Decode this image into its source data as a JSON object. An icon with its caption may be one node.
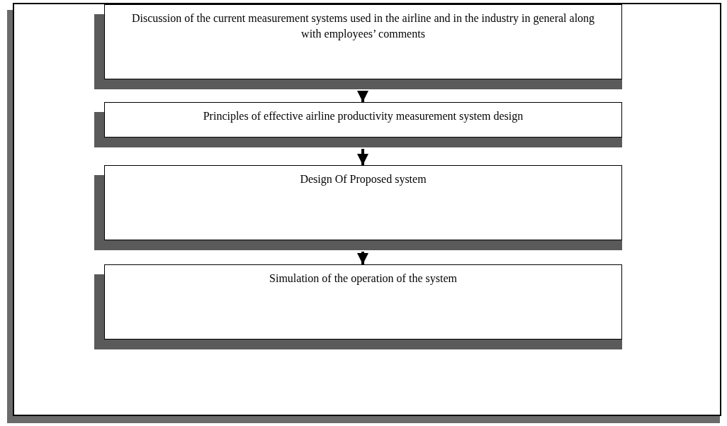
{
  "diagram": {
    "nodes": [
      {
        "text": [
          "Discussion of the current measurement systems used in the airline and in the industry in general along with employees’ comments"
        ]
      },
      {
        "text": [
          "Principles of effective airline productivity measurement system design"
        ]
      },
      {
        "text": [
          "Design Of Proposed system"
        ]
      },
      {
        "text": [
          "Simulation of the operation of the system"
        ]
      }
    ],
    "edges": [
      {
        "from": 0,
        "to": 1,
        "arrow": "to"
      },
      {
        "from": 1,
        "to": 2,
        "arrow": "to"
      },
      {
        "from": 2,
        "to": 3,
        "arrow": "to"
      }
    ]
  }
}
